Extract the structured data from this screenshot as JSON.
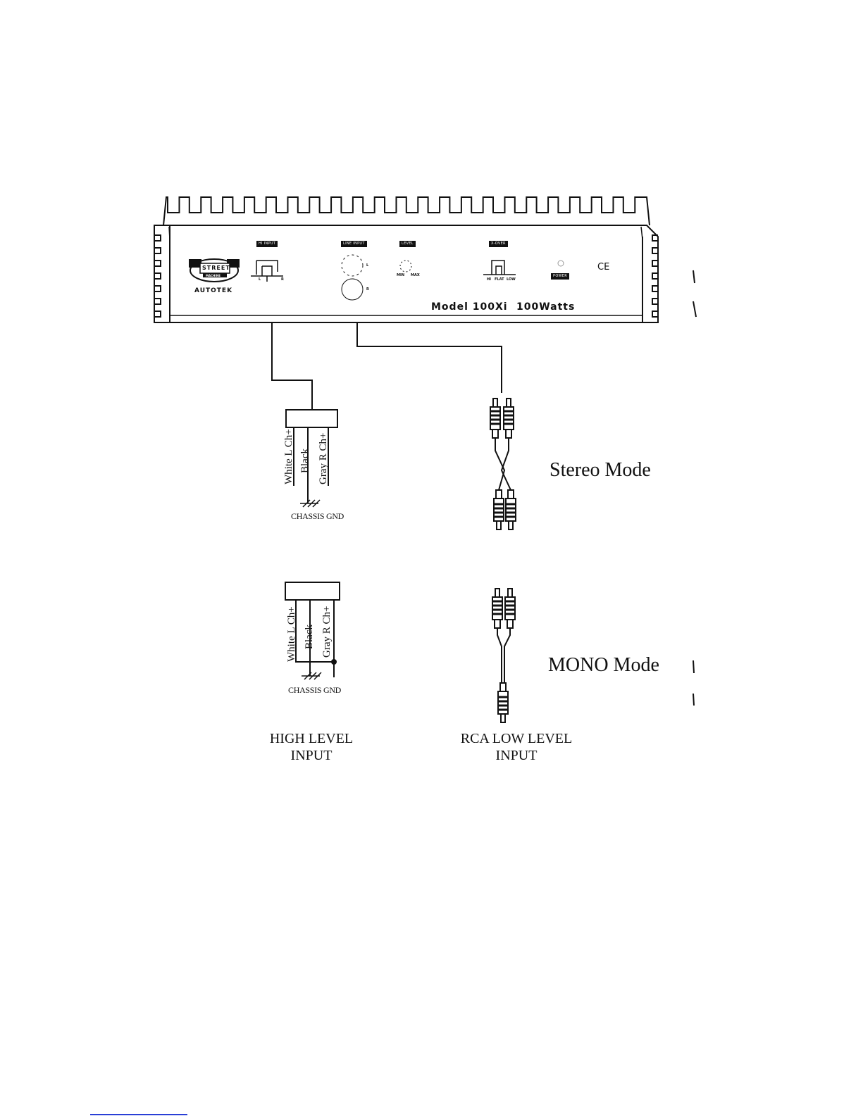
{
  "amplifier": {
    "brand_logo_text": "STREET",
    "brand_logo_subtext": "MACHINE",
    "brand_name": "AUTOTEK",
    "model_label": "Model 100Xi",
    "watts_label": "100Watts",
    "ce_mark": "CE",
    "panel_tags": {
      "hi_input": "HI INPUT",
      "line_input": "LINE INPUT",
      "level": "LEVEL",
      "bass_eq": "X-OVER",
      "power": "POWER"
    },
    "hi_input_terminals": [
      "L",
      "R"
    ],
    "line_input_channels": [
      "L",
      "R"
    ],
    "level_range": [
      "MIN",
      "MAX"
    ],
    "xover_positions": [
      "HI",
      "FLAT",
      "LOW"
    ]
  },
  "stereo": {
    "mode_label": "Stereo Mode",
    "wires": [
      "White L Ch+",
      "Black",
      "Gray R Ch+"
    ],
    "ground_label": "CHASSIS GND"
  },
  "mono": {
    "mode_label": "MONO Mode",
    "wires": [
      "White L Ch+",
      "Black",
      "Gray R Ch+"
    ],
    "ground_label": "CHASSIS GND"
  },
  "captions": {
    "high_level": [
      "HIGH LEVEL",
      "INPUT"
    ],
    "rca_low_level": [
      "RCA LOW LEVEL",
      "INPUT"
    ]
  }
}
